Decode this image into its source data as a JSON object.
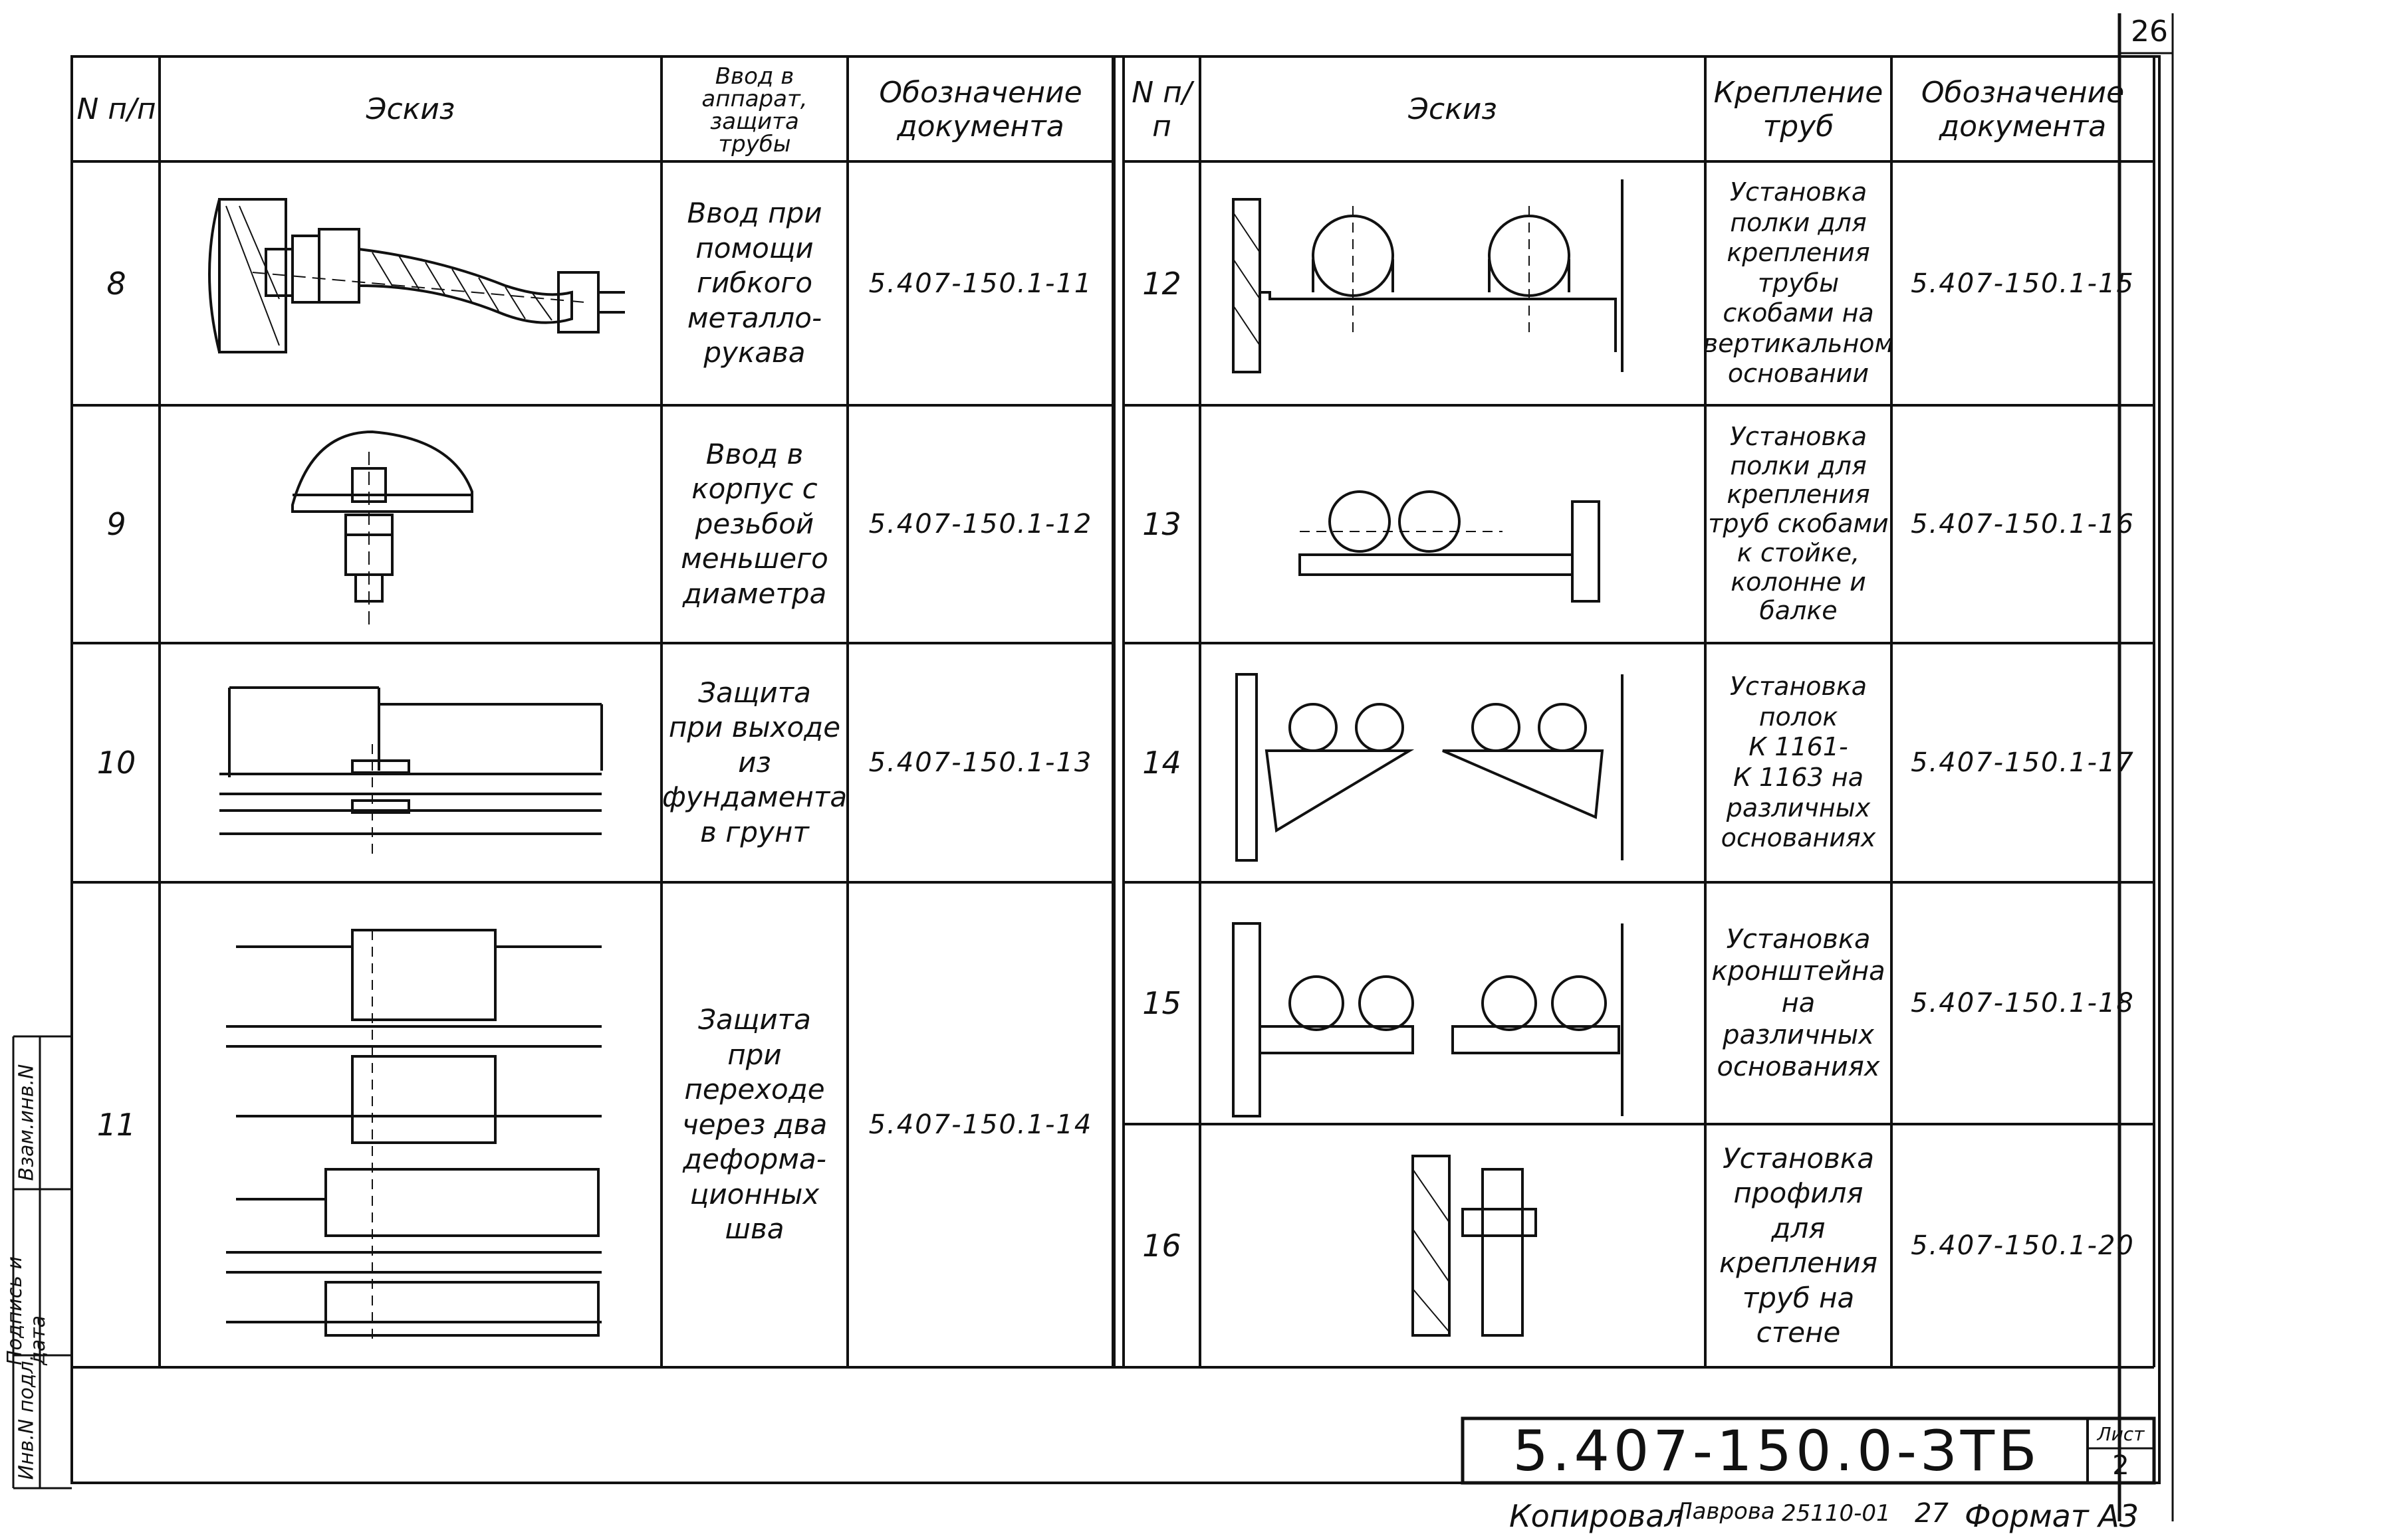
{
  "sheet": {
    "corner_page": "26",
    "stamp_code": "5.407-150.0-ЗТБ",
    "list_label": "Лист",
    "list_number": "2",
    "copied_text": "Копировал",
    "copier_sig": "Лаврова",
    "order_number": "25110-01",
    "order_suffix": "27",
    "format_text": "Формат А3"
  },
  "side_labels": [
    "Инв.N подл.",
    "Подпись и дата",
    "Взам.инв.N"
  ],
  "left_table": {
    "headers": {
      "num": "N п/п",
      "sketch": "Эскиз",
      "entry": [
        "Ввод в",
        "аппарат,",
        "защита",
        "трубы"
      ],
      "doc": [
        "Обозначение",
        "документа"
      ]
    },
    "rows": [
      {
        "num": "8",
        "desc": [
          "Ввод при",
          "помощи",
          "гибкого",
          "металло-",
          "рукава"
        ],
        "doc": "5.407-150.1-11"
      },
      {
        "num": "9",
        "desc": [
          "Ввод в",
          "корпус с",
          "резьбой",
          "меньшего",
          "диаметра"
        ],
        "doc": "5.407-150.1-12"
      },
      {
        "num": "10",
        "desc": [
          "Защита",
          "при выходе",
          "из",
          "фундамента",
          "в грунт"
        ],
        "doc": "5.407-150.1-13"
      },
      {
        "num": "11",
        "desc": [
          "Защита",
          "при переходе",
          "через два",
          "деформа-",
          "ционных",
          "шва"
        ],
        "doc": "5.407-150.1-14"
      }
    ]
  },
  "right_table": {
    "headers": {
      "num": "N п/п",
      "sketch": "Эскиз",
      "fix": [
        "Крепление",
        "труб"
      ],
      "doc": [
        "Обозначение",
        "документа"
      ]
    },
    "rows": [
      {
        "num": "12",
        "desc": [
          "Установка",
          "полки для",
          "крепления",
          "трубы скобами на",
          "вертикальном",
          "основании"
        ],
        "doc": "5.407-150.1-15"
      },
      {
        "num": "13",
        "desc": [
          "Установка",
          "полки для",
          "крепления",
          "труб скобами",
          "к стойке,",
          "колонне и",
          "балке"
        ],
        "doc": "5.407-150.1-16"
      },
      {
        "num": "14",
        "desc": [
          "Установка",
          "полок",
          "К 1161-",
          "К 1163 на",
          "различных",
          "основаниях"
        ],
        "doc": "5.407-150.1-17"
      },
      {
        "num": "15",
        "desc": [
          "Установка",
          "кронштейна",
          "на",
          "различных",
          "основаниях"
        ],
        "doc": "5.407-150.1-18"
      },
      {
        "num": "16",
        "desc": [
          "Установка",
          "профиля для",
          "крепления",
          "труб на",
          "стене"
        ],
        "doc": "5.407-150.1-20"
      }
    ]
  }
}
